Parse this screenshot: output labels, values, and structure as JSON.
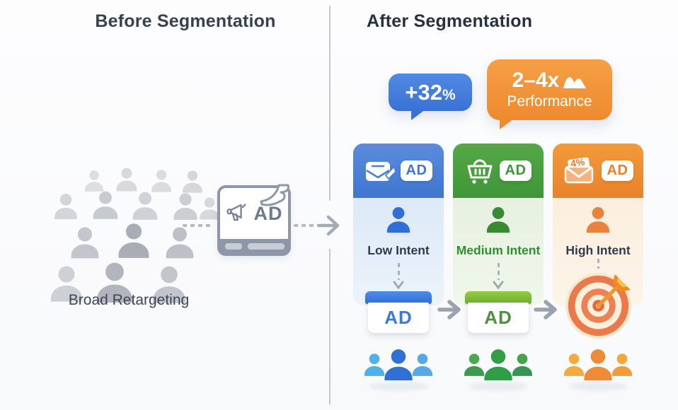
{
  "before": {
    "title": "Before Segmentation",
    "caption": "Broad Retargeting",
    "ad_box": {
      "label": "AD",
      "icon": "megaphone-icon"
    }
  },
  "after": {
    "title": "After Segmentation",
    "badges": {
      "ctr": {
        "value": "+32",
        "unit": "%"
      },
      "performance": {
        "multiplier": "2–4x",
        "label": "Performance",
        "icon": "trend-arrow-icon"
      }
    },
    "columns": [
      {
        "id": "low",
        "label": "Low Intent",
        "ad_label": "AD",
        "header_icon": "envelope-ad-icon",
        "accent": "#4076d0",
        "light": "#dde9f7"
      },
      {
        "id": "medium",
        "label": "Medium Intent",
        "ad_label": "AD",
        "header_icon": "shopping-cart-icon",
        "accent": "#3f9538",
        "light": "#e6f1e0"
      },
      {
        "id": "high",
        "label": "High Intent",
        "ad_label": "AD",
        "header_icon": "open-rate-envelope-icon",
        "badge_value": "4%",
        "accent": "#ea822a",
        "light": "#fbeedd",
        "bottom_icon": "dartboard-icon"
      }
    ]
  },
  "colors": {
    "blue": "#3f76d2",
    "green": "#3f9538",
    "orange": "#ee8c35",
    "gray_box": "#8e97a8",
    "divider": "#c3c8d2"
  }
}
